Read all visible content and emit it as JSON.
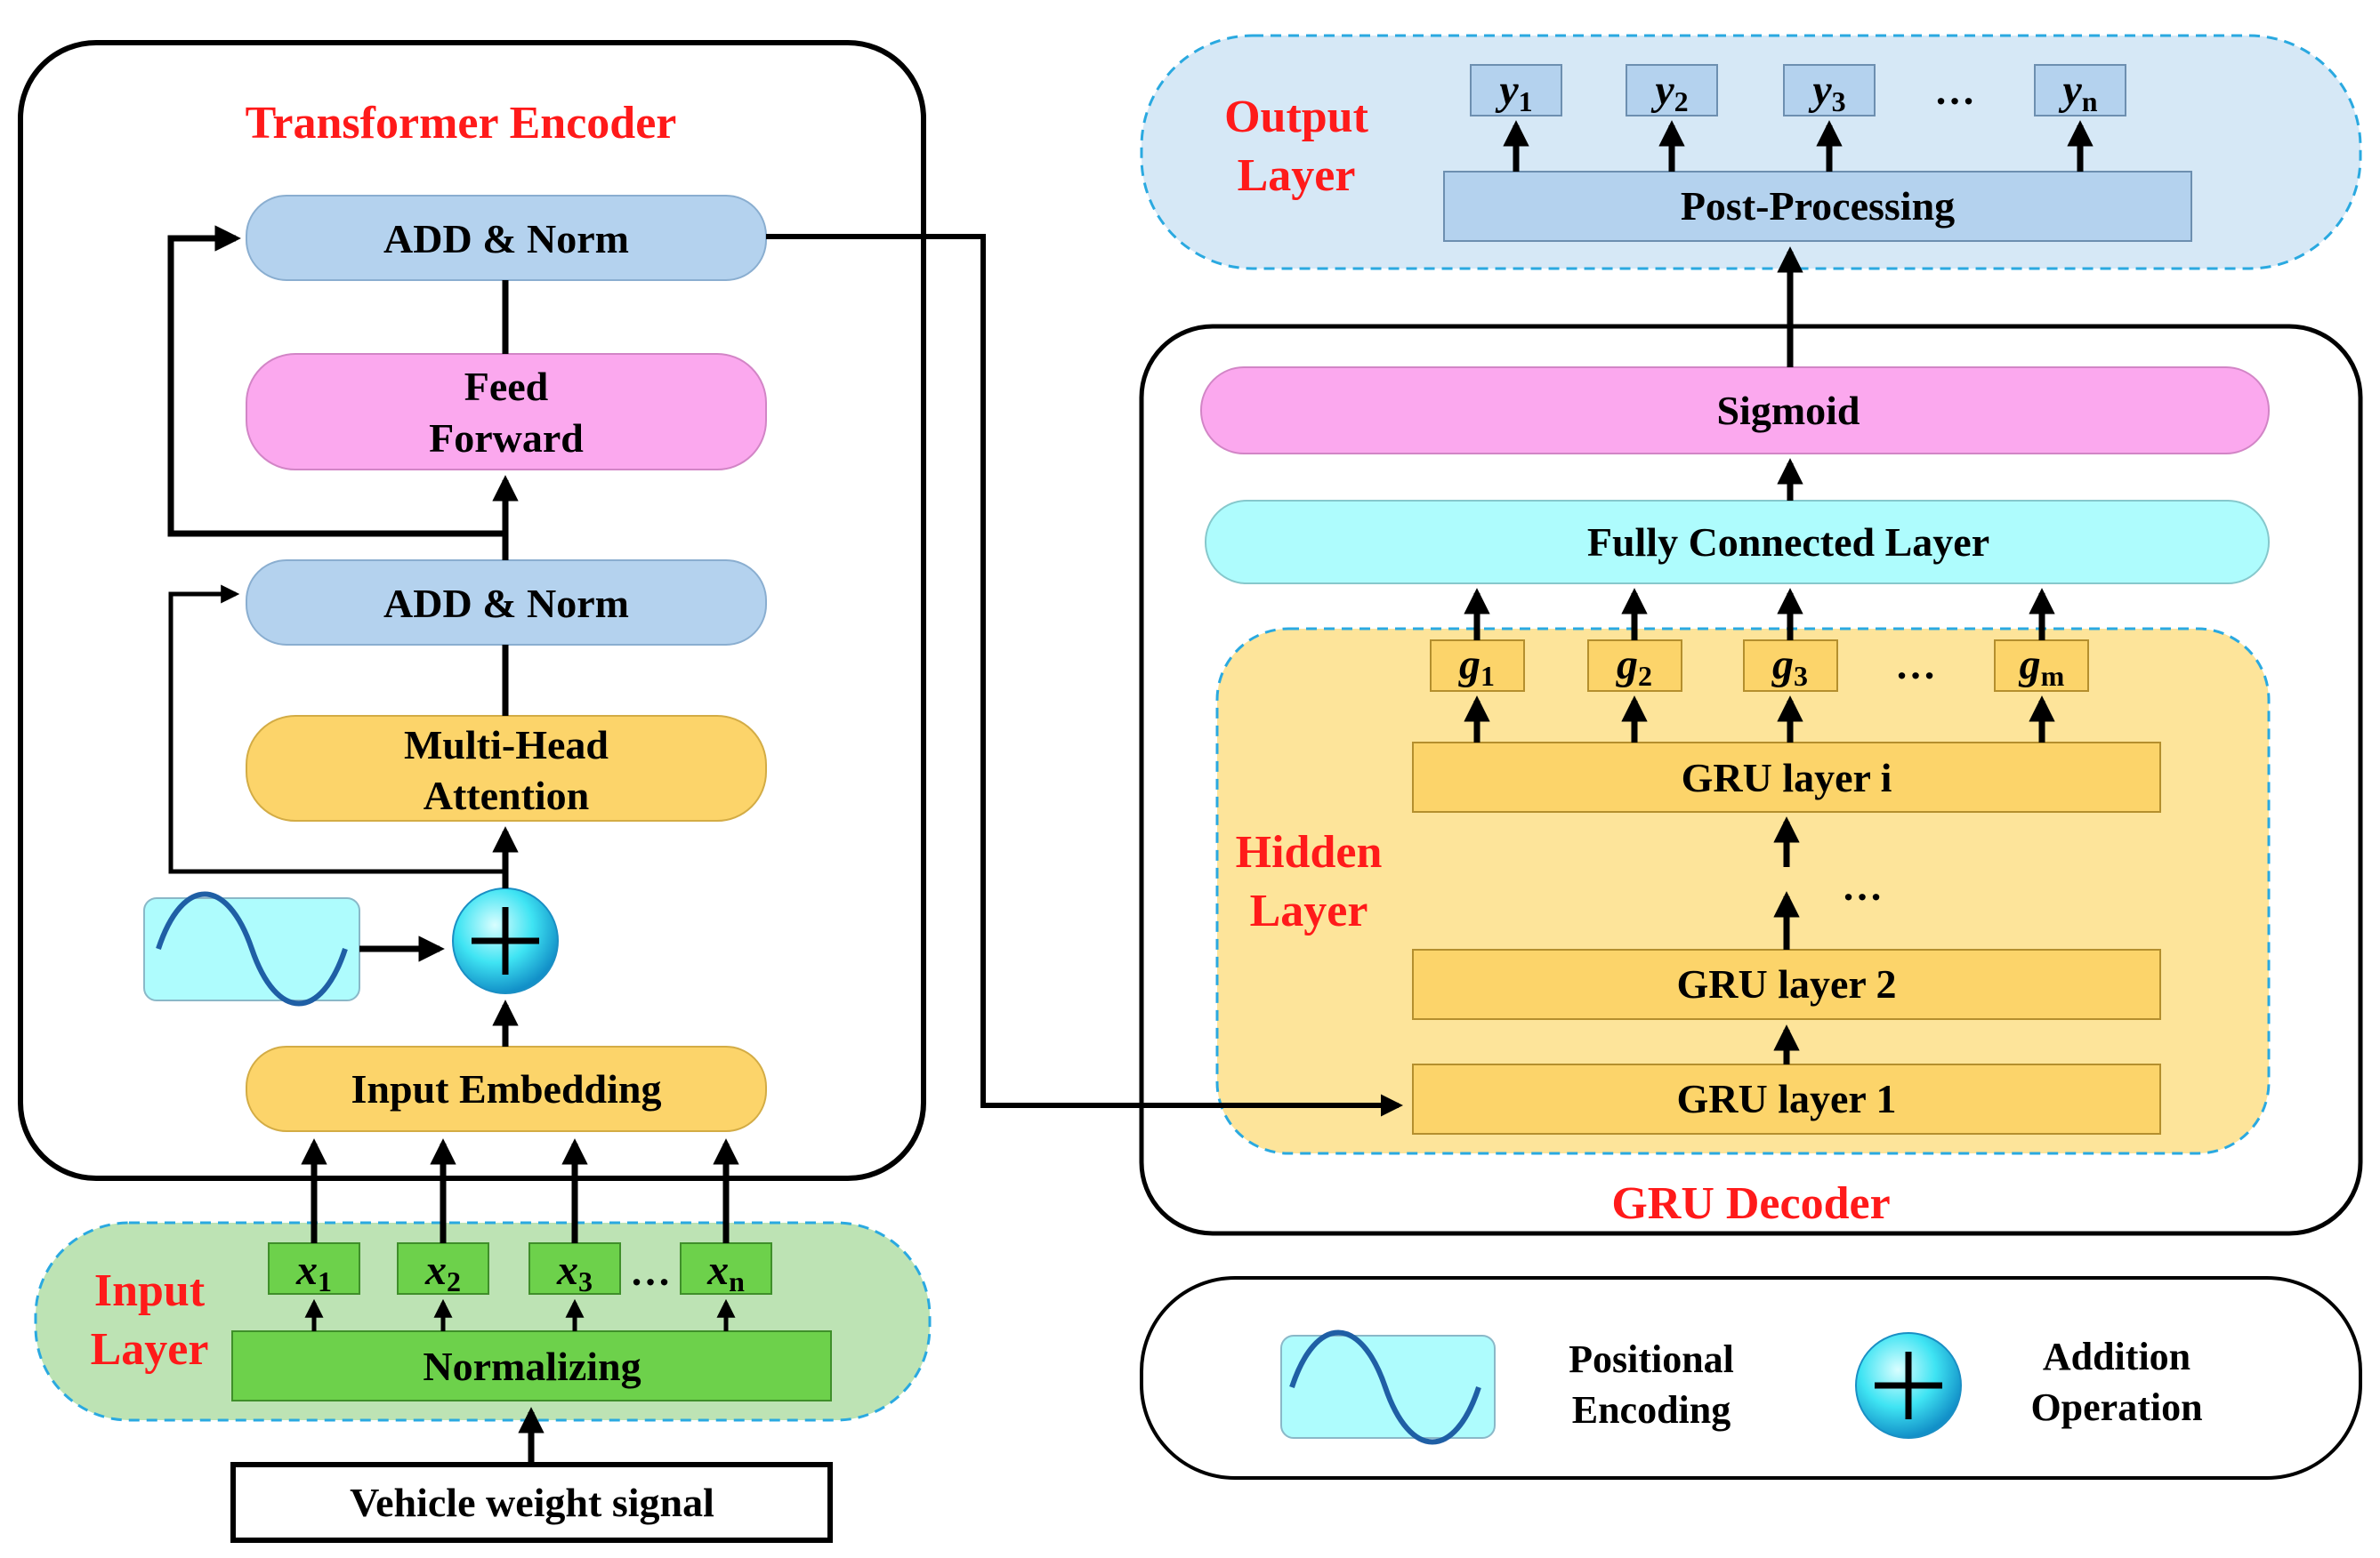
{
  "encoder": {
    "title": "Transformer Encoder",
    "add_norm_top": "ADD & Norm",
    "feed_forward_line1": "Feed",
    "feed_forward_line2": "Forward",
    "add_norm_bottom": "ADD & Norm",
    "mha_line1": "Multi-Head",
    "mha_line2": "Attention",
    "input_embedding": "Input Embedding"
  },
  "input_layer": {
    "label_line1": "Input",
    "label_line2": "Layer",
    "normalizing": "Normalizing",
    "tokens": [
      {
        "base": "x",
        "sub": "1"
      },
      {
        "base": "x",
        "sub": "2"
      },
      {
        "base": "x",
        "sub": "3"
      },
      {
        "base": "x",
        "sub": "n"
      }
    ],
    "ellipsis": "…",
    "signal": "Vehicle weight signal"
  },
  "output_layer": {
    "label_line1": "Output",
    "label_line2": "Layer",
    "post_processing": "Post-Processing",
    "tokens": [
      {
        "base": "y",
        "sub": "1"
      },
      {
        "base": "y",
        "sub": "2"
      },
      {
        "base": "y",
        "sub": "3"
      },
      {
        "base": "y",
        "sub": "n"
      }
    ],
    "ellipsis": "…"
  },
  "decoder": {
    "title": "GRU Decoder",
    "sigmoid": "Sigmoid",
    "fully_connected": "Fully Connected Layer",
    "hidden_label_line1": "Hidden",
    "hidden_label_line2": "Layer",
    "gru_layer_i": "GRU layer i",
    "gru_layer_2": "GRU layer 2",
    "gru_layer_1": "GRU layer 1",
    "gru_ellipsis": "…",
    "tokens": [
      {
        "base": "g",
        "sub": "1"
      },
      {
        "base": "g",
        "sub": "2"
      },
      {
        "base": "g",
        "sub": "3"
      },
      {
        "base": "g",
        "sub": "m"
      }
    ],
    "ellipsis": "…"
  },
  "legend": {
    "positional_line1": "Positional",
    "positional_line2": "Encoding",
    "addition_line1": "Addition",
    "addition_line2": "Operation"
  },
  "icons": {
    "wave": "sine-wave-icon",
    "plus": "plus-circle-icon"
  },
  "colors": {
    "title_red": "#ff1a1a",
    "blue_box": "#b4d2ee",
    "pink_box": "#fba8ee",
    "yellow_box": "#fcd46a",
    "cyan_box": "#aefcfd",
    "green_box": "#6dd14b",
    "green_region": "#bde3b4",
    "yellow_region": "#fde49a",
    "blue_region": "#d6e8f6",
    "dash": "#2aa9e0"
  }
}
